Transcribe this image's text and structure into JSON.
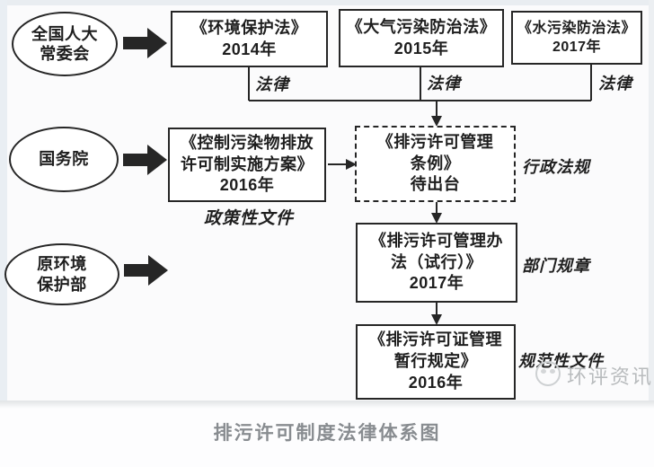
{
  "caption": "排污许可制度法律体系图",
  "watermark": {
    "text": "环评资讯"
  },
  "colors": {
    "line": "#262626",
    "label": "#1f1f1f",
    "caption": "#888c90",
    "watermark": "#b8bbbd",
    "page_edge": "#e9edf1"
  },
  "ellipses": [
    {
      "id": "npc-standing-committee",
      "lines": [
        "全国人大",
        "常委会"
      ]
    },
    {
      "id": "state-council",
      "lines": [
        "国务院"
      ]
    },
    {
      "id": "former-mep",
      "lines": [
        "原环境",
        "保护部"
      ]
    }
  ],
  "boxes": [
    {
      "id": "environmental-protection-law",
      "style": "solid",
      "lines": [
        "《环境保护法》",
        "2014年"
      ]
    },
    {
      "id": "air-pollution-law",
      "style": "solid",
      "lines": [
        "《大气污染防治法》",
        "2015年"
      ]
    },
    {
      "id": "water-pollution-law",
      "style": "solid",
      "lines": [
        "《水污染防治法》",
        "2017年"
      ]
    },
    {
      "id": "implementation-plan",
      "style": "solid",
      "lines": [
        "《控制污染物排放",
        "许可制实施方案》",
        "2016年"
      ]
    },
    {
      "id": "permit-regulation",
      "style": "dashed",
      "lines": [
        "《排污许可管理",
        "条例》",
        "待出台"
      ]
    },
    {
      "id": "management-measures",
      "style": "solid",
      "lines": [
        "《排污许可管理办",
        "法（试行）》",
        "2017年"
      ]
    },
    {
      "id": "interim-provisions",
      "style": "solid",
      "lines": [
        "《排污许可证管理",
        "暂行规定》",
        "2016年"
      ]
    }
  ],
  "labels": [
    {
      "id": "law-1",
      "text": "法律"
    },
    {
      "id": "law-2",
      "text": "法律"
    },
    {
      "id": "law-3",
      "text": "法律"
    },
    {
      "id": "policy-document",
      "text": "政策性文件"
    },
    {
      "id": "administrative-regulation",
      "text": "行政法规"
    },
    {
      "id": "department-rule",
      "text": "部门规章"
    },
    {
      "id": "normative-document",
      "text": "规范性文件"
    }
  ]
}
